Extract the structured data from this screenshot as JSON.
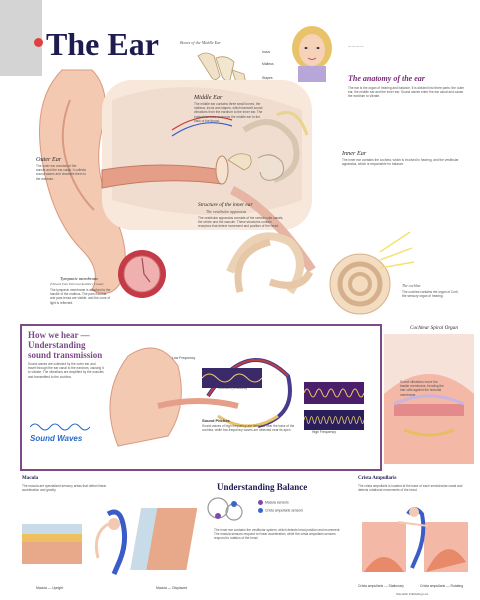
{
  "header": {
    "title": "The Ear"
  },
  "bones": {
    "title": "Bones of the Middle Ear",
    "labels": [
      "Incus",
      "Malleus",
      "Stapes"
    ]
  },
  "sections": {
    "middle_ear": {
      "title": "Middle Ear",
      "body": "The middle ear contains three small bones, the malleus, incus and stapes, which transmit sound vibrations from the eardrum to the inner ear. The eustachian tube connects the middle ear to the back of the throat."
    },
    "outer_ear": {
      "title": "Outer Ear",
      "body": "The outer ear consists of the auricle and the ear canal. It collects sound waves and channels them to the eardrum."
    },
    "inner_ear": {
      "title": "Inner Ear",
      "body": "The inner ear contains the cochlea, which is involved in hearing, and the vestibular apparatus, which is responsible for balance."
    },
    "structure": {
      "title": "Structure of the inner ear",
      "subtitle": "The vestibular apparatus",
      "body": "The vestibular apparatus consists of the semicircular canals, the utricle and the saccule. These structures contain receptors that detect movement and position of the head."
    },
    "tympanic": {
      "title": "Tympanic membrane",
      "subtitle": "(Viewed from External Auditory Canal)",
      "body": "The tympanic membrane is attached to the handle of the malleus. The pars flaccida and pars tensa are visible, and the cone of light is reflected."
    },
    "anatomy": {
      "title": "The anatomy of the ear",
      "body": "The ear is the organ of hearing and balance. It is divided into three parts: the outer ear, the middle ear and the inner ear. Sound waves enter the ear canal and cause the eardrum to vibrate."
    },
    "cochlea": {
      "title": "The cochlea",
      "body": "The cochlea contains the organ of Corti, the sensory organ of hearing."
    },
    "spiral": {
      "title": "Cochlear Spiral Organ",
      "body": "Sound vibrations move the basilar membrane, bending the hair cells against the tectorial membrane."
    }
  },
  "how_we_hear": {
    "title_line1": "How we hear —",
    "title_line2": "Understanding",
    "title_line3": "sound transmission",
    "body": "Sound waves are collected by the outer ear and travel through the ear canal to the eardrum, causing it to vibrate. The vibrations are amplified by the ossicles and transmitted to the cochlea.",
    "sound_waves": "Sound Waves",
    "labels": {
      "low_freq": "Low Frequency",
      "cochlea_unc": "Cochlea (Uncoiled)",
      "middle_freq": "Middle Frequency",
      "high_freq": "High Frequency"
    },
    "sound_pitch_title": "Sound Pitches",
    "sound_pitch_body": "Sound waves of high frequency are detected near the base of the cochlea, while low-frequency waves are detected near its apex."
  },
  "balance": {
    "title": "Understanding Balance",
    "legend": [
      {
        "label": "Macula sensors",
        "color": "#7c4bb0"
      },
      {
        "label": "Crista ampullaris sensors",
        "color": "#3a66c8"
      }
    ],
    "body": "The inner ear contains the vestibular system, which detects head position and movement. The macula sensors respond to linear acceleration, while the crista ampullaris sensors respond to rotation of the head."
  },
  "macula": {
    "title": "Macula",
    "body": "The macula are specialized sensory areas that detect linear acceleration and gravity.",
    "cap1": "Macula — Upright",
    "cap2": "Macula — Displaced"
  },
  "crista": {
    "title": "Crista Ampullaris",
    "body": "The crista ampullaris is located at the base of each semicircular canal and detects rotational movements of the head.",
    "cap1": "Crista ampullaris — Stationary",
    "cap2": "Crista ampullaris — Rotating"
  },
  "footer": {
    "credit": "Scientific Publishing Ltd."
  },
  "colors": {
    "brand": "#1e1b4f",
    "accent_purple": "#7d4a8a",
    "skin": "#f1c7b0"
  }
}
